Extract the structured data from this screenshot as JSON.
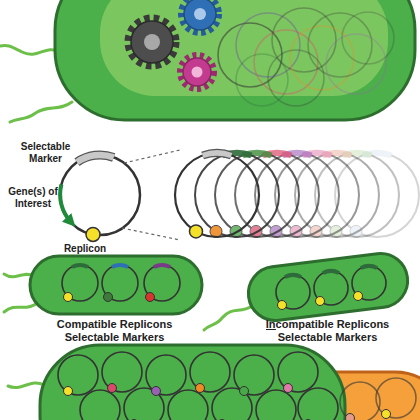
{
  "diagram": {
    "nodes": [
      {
        "text": [
          "Compatible Replicons Selectable Markers"
        ]
      },
      {
        "text": [
          "Incompatible Replicons Selectable Markers"
        ]
      }
    ],
    "labels": [
      "Selectable Marker",
      "Gene(s) of Interest",
      "Replicon"
    ]
  }
}
